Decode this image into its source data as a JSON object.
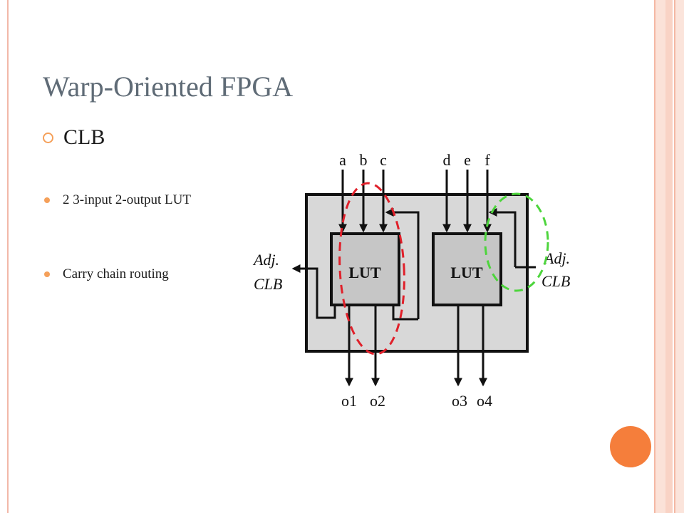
{
  "slide": {
    "title": "Warp-Oriented FPGA",
    "bullet": "CLB",
    "sub_bullets": [
      "2 3-input 2-output LUT",
      "Carry chain routing"
    ]
  },
  "diagram": {
    "inputs_left": [
      "a",
      "b",
      "c"
    ],
    "inputs_right": [
      "d",
      "e",
      "f"
    ],
    "lut_labels": [
      "LUT",
      "LUT"
    ],
    "outputs": [
      "o1",
      "o2",
      "o3",
      "o4"
    ],
    "adj_left": [
      "Adj.",
      "CLB"
    ],
    "adj_right": [
      "Adj.",
      "CLB"
    ]
  },
  "colors": {
    "highlight_red": "#e0202a",
    "highlight_green": "#4dd53c",
    "accent_orange": "#f57e3b"
  }
}
